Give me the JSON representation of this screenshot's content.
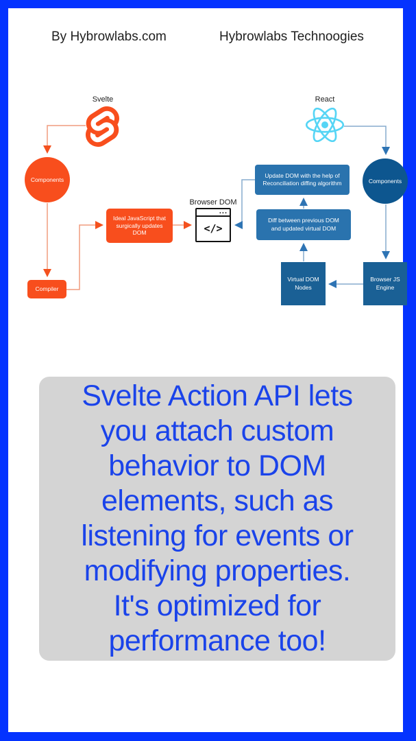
{
  "header": {
    "left": "By Hybrowlabs.com",
    "right": "Hybrowlabs Technoogies"
  },
  "diagram": {
    "svelte_label": "Svelte",
    "react_label": "React",
    "svelte_components": "Components",
    "react_components": "Components",
    "compiler": "Compiler",
    "ideal_js": "Ideal JavaScript that surgically updates DOM",
    "browser_dom_label": "Browser DOM",
    "browser_dots": "...",
    "code_glyph": "</>",
    "update_dom": "Update DOM with the help of Reconciliation diffing algorithm",
    "diff": "Diff between previous DOM and updated virtual DOM",
    "virtual_dom": "Virtual DOM Nodes",
    "browser_js": "Browser JS Engine"
  },
  "quote": {
    "lines": [
      "Svelte Action API lets",
      "you attach custom",
      "behavior to DOM",
      "elements, such as",
      "listening for events or",
      "modifying properties.",
      "It's optimized for",
      "performance too!"
    ]
  },
  "colors": {
    "frame_border": "#0433ff",
    "card_bg": "#ffffff",
    "svelte_orange": "#f84e1d",
    "orange_line": "#f09c7e",
    "orange_arrow": "#f4511e",
    "react_cyan": "#56d5f5",
    "blue_circle": "#0d568f",
    "blue_square": "#1a6095",
    "blue_round_box": "#2a73ae",
    "blue_line": "#85abce",
    "blue_arrow": "#2e74b4",
    "quote_bg": "#d4d4d4",
    "quote_text": "#1a43ea"
  }
}
